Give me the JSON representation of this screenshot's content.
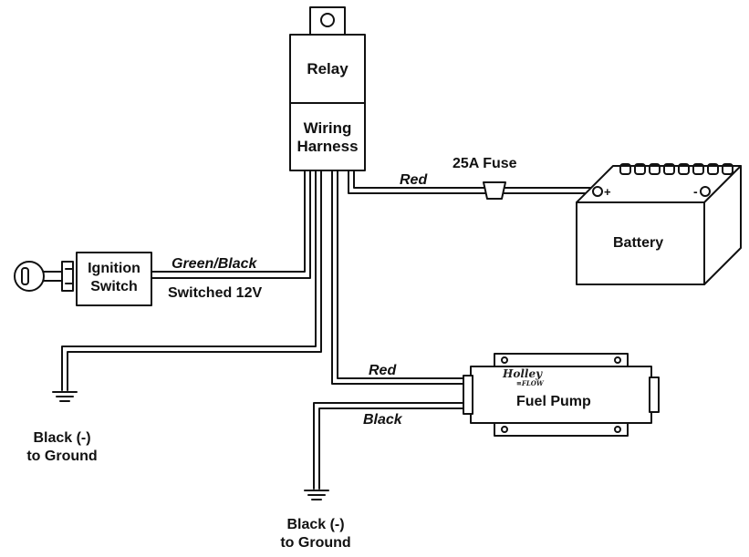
{
  "relay": {
    "label": "Relay"
  },
  "harness": {
    "line1": "Wiring",
    "line2": "Harness"
  },
  "fuse": {
    "label": "25A Fuse"
  },
  "battery": {
    "label": "Battery",
    "plus": "+",
    "minus": "-"
  },
  "ignition": {
    "line1": "Ignition",
    "line2": "Switch"
  },
  "wires": {
    "red_battery": "Red",
    "green_black": "Green/Black",
    "switched": "Switched 12V",
    "red_pump": "Red",
    "black_pump": "Black"
  },
  "ground_left": {
    "line1": "Black (-)",
    "line2": "to Ground"
  },
  "ground_bottom": {
    "line1": "Black (-)",
    "line2": "to Ground"
  },
  "pump": {
    "label": "Fuel Pump",
    "brand_top": "Holley",
    "brand_bottom": "≡FLOW"
  },
  "colors": {
    "line": "#111111",
    "background": "#ffffff"
  }
}
